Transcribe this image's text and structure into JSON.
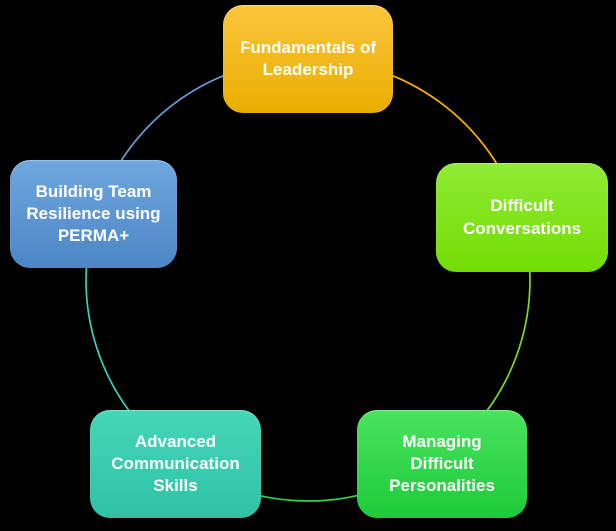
{
  "diagram": {
    "type": "cycle",
    "background_color": "#000000",
    "text_color": "#FFFFFF",
    "nodes": [
      {
        "label": "Fundamentals of Leadership",
        "fill_top": "#FBC53C",
        "fill_bottom": "#EAAE00",
        "arc_color": "#FFB000"
      },
      {
        "label": "Difficult Conversations",
        "fill_top": "#8FEB35",
        "fill_bottom": "#72DD03",
        "arc_color": "#7ADE1C"
      },
      {
        "label": "Managing Difficult Personalities",
        "fill_top": "#4AE35E",
        "fill_bottom": "#1DCB3A",
        "arc_color": "#2ECF4B"
      },
      {
        "label": "Advanced Communication Skills",
        "fill_top": "#45D6B8",
        "fill_bottom": "#2FC2A4",
        "arc_color": "#38D3B4"
      },
      {
        "label": "Building Team Resilience using PERMA+",
        "fill_top": "#6FA7DE",
        "fill_bottom": "#4C86C5",
        "arc_color": "#659FD8"
      }
    ]
  }
}
